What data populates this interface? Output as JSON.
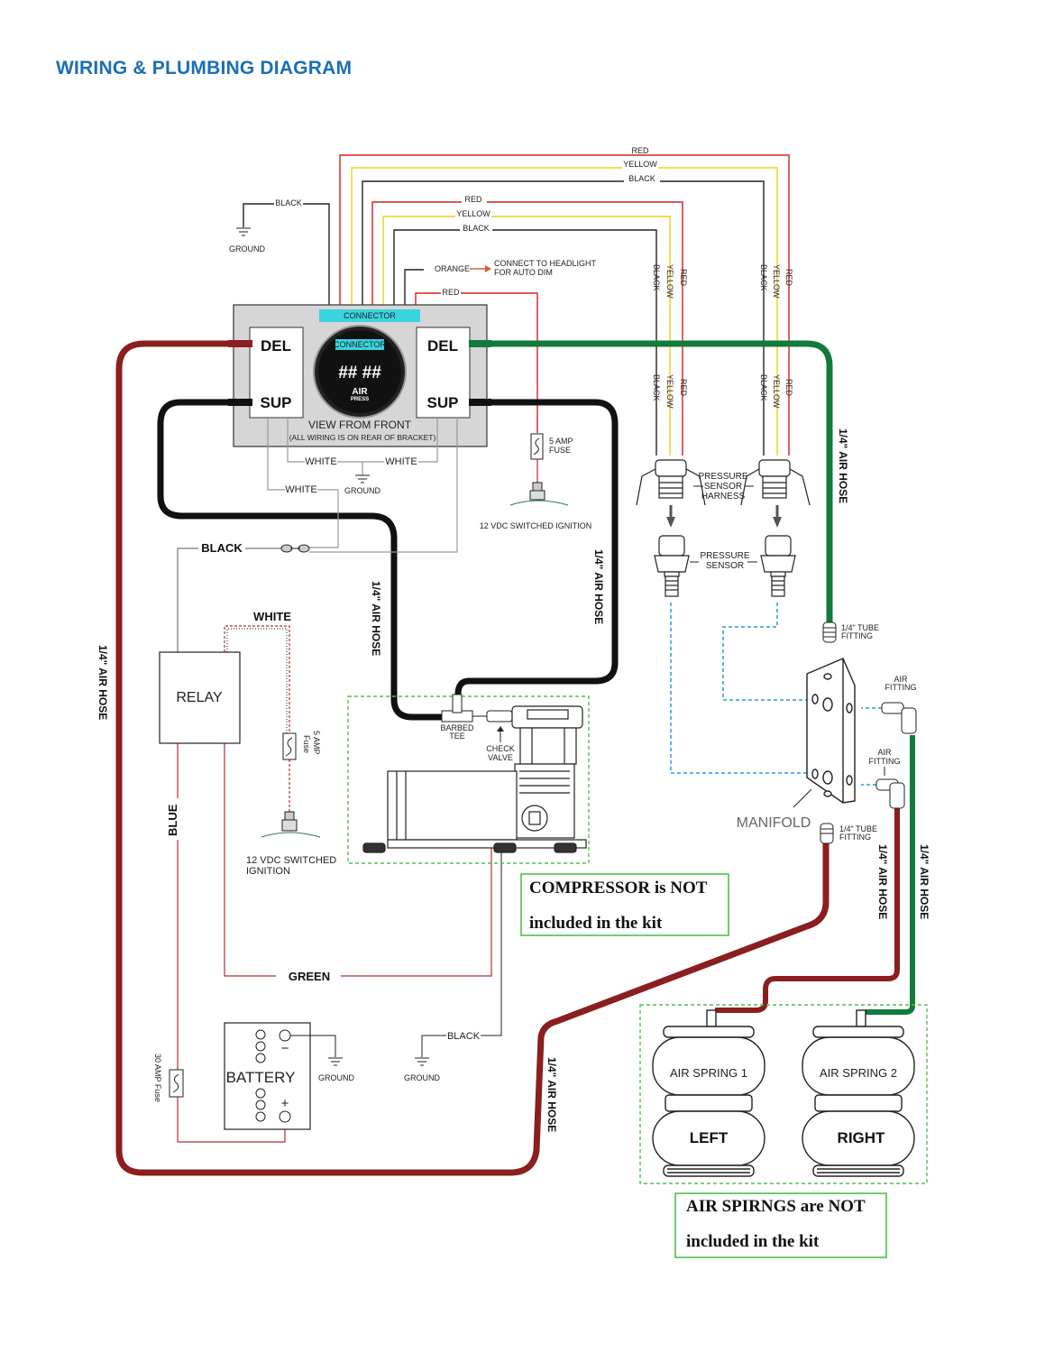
{
  "title": "WIRING & PLUMBING DIAGRAM",
  "top_bus": {
    "red": "RED",
    "yellow": "YELLOW",
    "black": "BLACK"
  },
  "inner_bus": {
    "red": "RED",
    "yellow": "YELLOW",
    "black": "BLACK"
  },
  "black_ground": "BLACK",
  "ground": "GROUND",
  "orange": "ORANGE",
  "headlight_line1": "CONNECT TO HEADLIGHT",
  "headlight_line2": "FOR AUTO DIM",
  "red_fuse_wire": "RED",
  "gauge": {
    "connector_top": "CONNECTOR",
    "connector_inner": "CONNECTOR",
    "digits": "## ##",
    "air": "AIR",
    "press": "PRESS",
    "del_left": "DEL",
    "sup_left": "SUP",
    "del_right": "DEL",
    "sup_right": "SUP",
    "view_front": "VIEW FROM FRONT",
    "rear_note": "(ALL WIRING IS ON REAR OF BRACKET)"
  },
  "white_left": "WHITE",
  "white_right": "WHITE",
  "white_lower": "WHITE",
  "ground_center": "GROUND",
  "fuse_5amp_a": "5 AMP",
  "fuse_label_a": "FUSE",
  "switched_ignition_top": "12 VDC SWITCHED IGNITION",
  "sensor_wire": {
    "black": "BLACK",
    "yellow": "YELLOW",
    "red": "RED"
  },
  "harness_line1": "PRESSURE",
  "harness_line2": "SENSOR",
  "harness_line3": "HARNESS",
  "sensor_line1": "PRESSURE",
  "sensor_line2": "SENSOR",
  "relay_black": "BLACK",
  "relay_white": "WHITE",
  "relay": "RELAY",
  "fuse_5amp_b": "5 AMP",
  "fuse_label_b": "Fuse",
  "ign_line1": "12 VDC SWITCHED",
  "ign_line2": "IGNITION",
  "blue": "BLUE",
  "fuse_30amp": "30 AMP Fuse",
  "battery": "BATTERY",
  "minus": "−",
  "plus": "+",
  "ground_batt": "GROUND",
  "ground_comp": "GROUND",
  "green": "GREEN",
  "black_comp": "BLACK",
  "air_hose": "1/4\" AIR HOSE",
  "barbed_tee_1": "BARBED",
  "barbed_tee_2": "TEE",
  "check_valve_1": "CHECK",
  "check_valve_2": "VALVE",
  "tube_fitting_1": "1/4\" TUBE",
  "tube_fitting_2": "FITTING",
  "air_fitting_1": "AIR",
  "air_fitting_2": "FITTING",
  "manifold": "MANIFOLD",
  "compressor_note_1": "COMPRESSOR is NOT",
  "compressor_note_2": "included in the kit",
  "spring1": "AIR SPRING 1",
  "spring2": "AIR SPRING 2",
  "left": "LEFT",
  "right": "RIGHT",
  "springs_note_1": "AIR SPIRNGS are NOT",
  "springs_note_2": "included in the kit",
  "colors": {
    "title": "#1a6fb5",
    "red_hose": "#8b1e1e",
    "green_hose": "#127a3a",
    "red_wire": "#d62020",
    "yellow_wire": "#e8d21a",
    "cyan": "#38d4e0",
    "dashed_green": "#4ec24e",
    "blue_dash": "#2a9ad8"
  }
}
